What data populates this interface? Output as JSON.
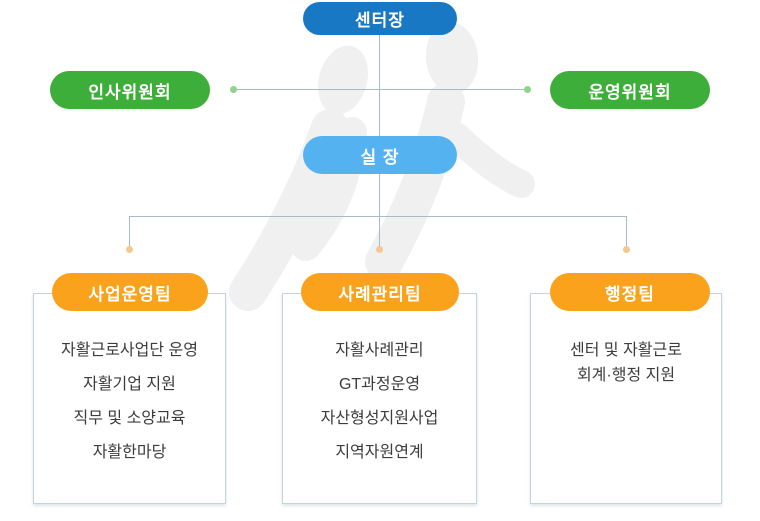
{
  "org_chart": {
    "nodes": {
      "center_director": {
        "label": "센터장",
        "color": "#1878c3"
      },
      "personnel_committee": {
        "label": "인사위원회",
        "color": "#3eae3a"
      },
      "operating_committee": {
        "label": "운영위원회",
        "color": "#3eae3a"
      },
      "chief": {
        "label": "실 장",
        "color": "#55b2f0"
      }
    },
    "teams": [
      {
        "label": "사업운영팀",
        "color": "#faa21b",
        "items": [
          "자활근로사업단 운영",
          "자활기업 지원",
          "직무 및 소양교육",
          "자활한마당"
        ]
      },
      {
        "label": "사례관리팀",
        "color": "#faa21b",
        "items": [
          "자활사례관리",
          "GT과정운영",
          "자산형성지원사업",
          "지역자원연계"
        ]
      },
      {
        "label": "행정팀",
        "color": "#faa21b",
        "items": [
          "센터 및 자활근로\n회계·행정 지원"
        ]
      }
    ],
    "connector": {
      "line_color": "#a6bac7",
      "green_dot_color": "#8fd48c",
      "orange_dot_color": "#f3c98f"
    },
    "box_border_color": "#c2d3dd",
    "watermark_color": "#f0f0f0",
    "watermark_name": "logo-watermark"
  }
}
